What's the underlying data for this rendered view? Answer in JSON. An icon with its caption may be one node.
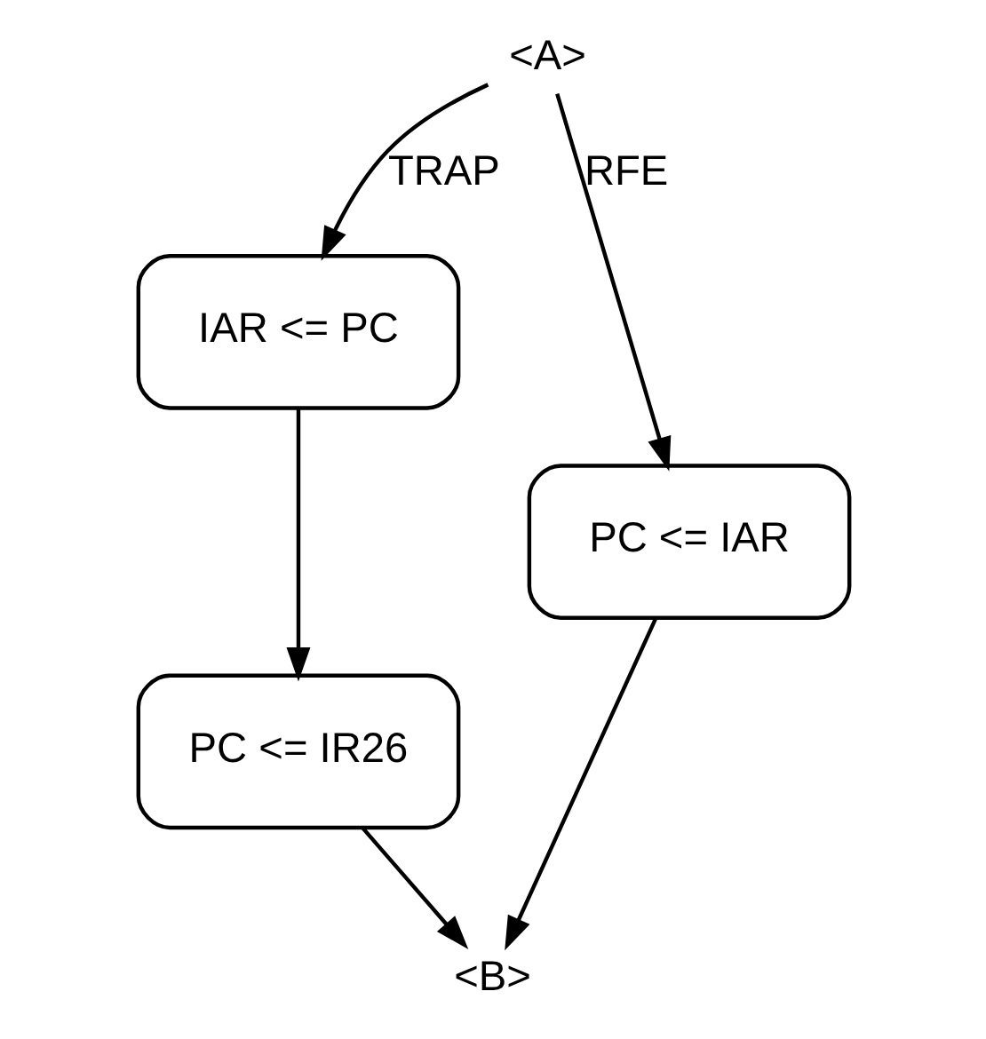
{
  "diagram": {
    "nodes": [
      {
        "text": [
          "<A>"
        ]
      },
      {
        "text": [
          "IAR <= PC"
        ]
      },
      {
        "text": [
          "PC <= IAR"
        ]
      },
      {
        "text": [
          "PC <= IR26"
        ]
      },
      {
        "text": [
          "<B>"
        ]
      }
    ],
    "edges": [
      {
        "from": 0,
        "to": 1,
        "arrow": "to",
        "label": "TRAP"
      },
      {
        "from": 0,
        "to": 2,
        "arrow": "to",
        "label": "RFE"
      },
      {
        "from": 1,
        "to": 3,
        "arrow": "to"
      },
      {
        "from": 3,
        "to": 4,
        "arrow": "to"
      },
      {
        "from": 2,
        "to": 4,
        "arrow": "to"
      }
    ]
  }
}
